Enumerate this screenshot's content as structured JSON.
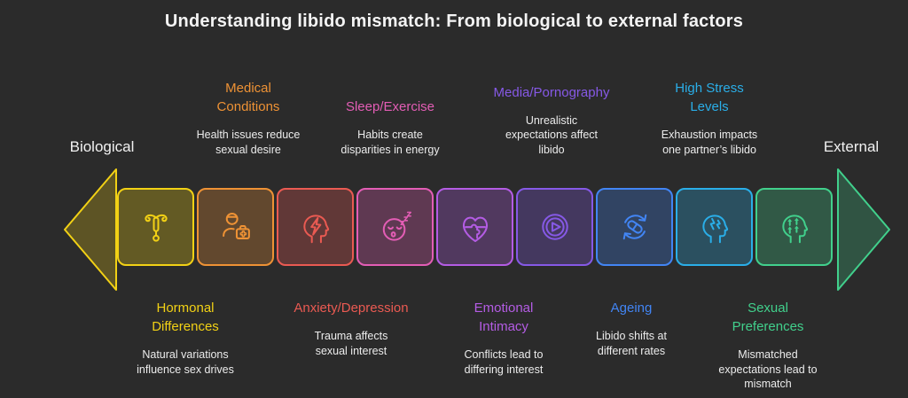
{
  "title": "Understanding libido mismatch: From biological to external factors",
  "axis": {
    "left_label": "Biological",
    "right_label": "External"
  },
  "background_color": "#2b2b2b",
  "text_color": "#ececec",
  "factors": [
    {
      "title": "Hormonal\nDifferences",
      "description": "Natural variations\ninfluence sex drives",
      "color": "#f2d115",
      "fill": "#635a24",
      "icon": "iud-icon",
      "label_position": "below"
    },
    {
      "title": "Medical\nConditions",
      "description": "Health issues reduce\nsexual desire",
      "color": "#ee9235",
      "fill": "#62482e",
      "icon": "doctor-first-aid-icon",
      "label_position": "above"
    },
    {
      "title": "Anxiety/Depression",
      "description": "Trauma affects\nsexual interest",
      "color": "#ea5a52",
      "fill": "#613837",
      "icon": "head-lightning-icon",
      "label_position": "below"
    },
    {
      "title": "Sleep/Exercise",
      "description": "Habits create\ndisparities in energy",
      "color": "#e35db5",
      "fill": "#5f3952",
      "icon": "sleeping-face-icon",
      "label_position": "above"
    },
    {
      "title": "Emotional\nIntimacy",
      "description": "Conflicts lead to\ndiffering interest",
      "color": "#b45ce4",
      "fill": "#51395f",
      "icon": "heart-puzzle-icon",
      "label_position": "below"
    },
    {
      "title": "Media/Pornography",
      "description": "Unrealistic\nexpectations affect\nlibido",
      "color": "#8659e6",
      "fill": "#44385f",
      "icon": "play-circle-icon",
      "label_position": "above"
    },
    {
      "title": "Ageing",
      "description": "Libido shifts at\ndifferent rates",
      "color": "#4285f4",
      "fill": "#314463",
      "icon": "pill-refresh-icon",
      "label_position": "below"
    },
    {
      "title": "High Stress\nLevels",
      "description": "Exhaustion impacts\none partner’s libido",
      "color": "#2aaee8",
      "fill": "#2b5060",
      "icon": "stressed-head-icon",
      "label_position": "above"
    },
    {
      "title": "Sexual\nPreferences",
      "description": "Mismatched\nexpectations lead to\nmismatch",
      "color": "#41d08c",
      "fill": "#315946",
      "icon": "head-growth-arrows-icon",
      "label_position": "below"
    }
  ]
}
